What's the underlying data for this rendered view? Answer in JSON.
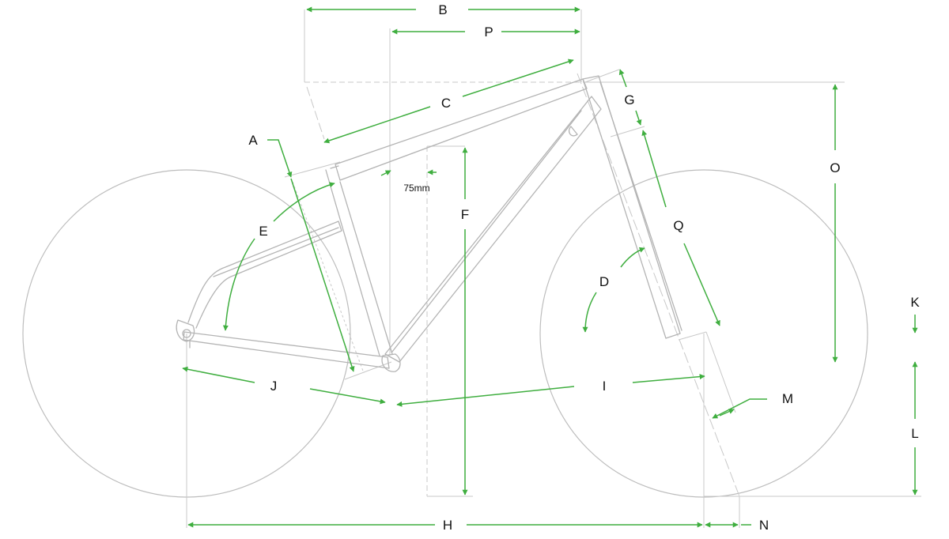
{
  "colors": {
    "dimension": "#3fae3f",
    "frame": "#b4b4b4",
    "guide": "#c8c8c8",
    "wheel": "#bdbdbd",
    "label": "#111111"
  },
  "labels": {
    "A": "A",
    "B": "B",
    "C": "C",
    "D": "D",
    "E": "E",
    "F": "F",
    "G": "G",
    "H": "H",
    "I": "I",
    "J": "J",
    "K": "K",
    "L": "L",
    "M": "M",
    "N": "N",
    "O": "O",
    "P": "P",
    "Q": "Q",
    "offset": "75mm"
  }
}
